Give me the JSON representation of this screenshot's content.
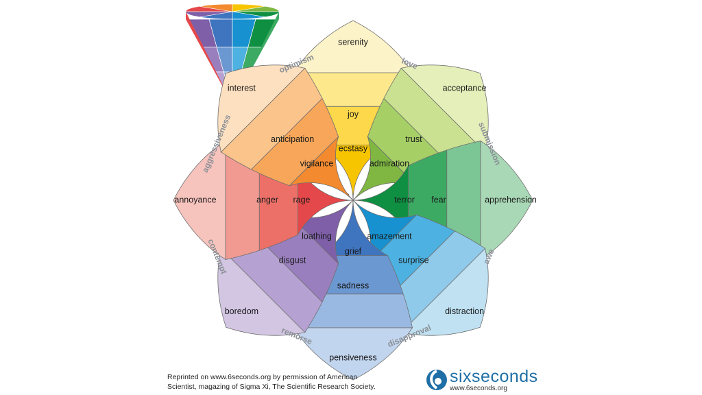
{
  "wheel": {
    "petals": [
      {
        "key": "joy",
        "outer": "serenity",
        "middle": "joy",
        "inner": "ecstasy",
        "colors": [
          "#fdf3c8",
          "#fde98c",
          "#fcd84a",
          "#f7c400"
        ]
      },
      {
        "key": "trust",
        "outer": "acceptance",
        "middle": "trust",
        "inner": "admiration",
        "colors": [
          "#e4efb9",
          "#c9e190",
          "#a6cf66",
          "#7fb742"
        ]
      },
      {
        "key": "fear",
        "outer": "apprehension",
        "middle": "fear",
        "inner": "terror",
        "colors": [
          "#a9d8b6",
          "#7cc594",
          "#3daa63",
          "#0f8f42"
        ]
      },
      {
        "key": "surprise",
        "outer": "distraction",
        "middle": "surprise",
        "inner": "amazement",
        "colors": [
          "#bfe1f2",
          "#8fcaea",
          "#4db1e1",
          "#1791cf"
        ]
      },
      {
        "key": "sadness",
        "outer": "pensiveness",
        "middle": "sadness",
        "inner": "grief",
        "colors": [
          "#c2d5ee",
          "#9ab9e2",
          "#6c98d2",
          "#3f74bf"
        ]
      },
      {
        "key": "disgust",
        "outer": "boredom",
        "middle": "disgust",
        "inner": "loathing",
        "colors": [
          "#d3c6e3",
          "#b6a2d2",
          "#9a7fbe",
          "#7e5fa8"
        ]
      },
      {
        "key": "anger",
        "outer": "annoyance",
        "middle": "anger",
        "inner": "rage",
        "colors": [
          "#f7c3bd",
          "#f19a92",
          "#ec7068",
          "#e5484a"
        ]
      },
      {
        "key": "anticipation",
        "outer": "interest",
        "middle": "anticipation",
        "inner": "vigilance",
        "colors": [
          "#fde0c0",
          "#fbc48b",
          "#f8a65a",
          "#f38a2f"
        ]
      }
    ],
    "dyads": [
      "love",
      "submission",
      "awe",
      "disapproval",
      "remorse",
      "contempt",
      "aggressiveness",
      "optimism"
    ]
  },
  "credit": {
    "line1": "Reprinted on www.6seconds.org by permission of American",
    "line2": "Scientist, magazing of Sigma Xi, The Scientific Research Society."
  },
  "logo": {
    "wordmark": "sixseconds",
    "url": "www.6seconds.org",
    "color": "#1f6fa6"
  }
}
